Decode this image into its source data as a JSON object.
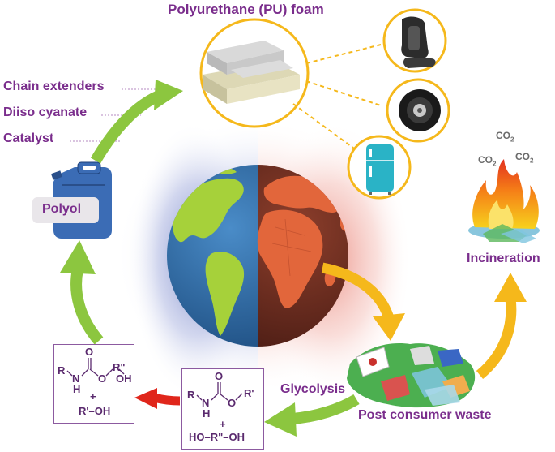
{
  "title": "Polyurethane (PU) foam",
  "inputs": {
    "chain_extenders": "Chain extenders",
    "diisocyanate": "Diiso cyanate",
    "catalyst": "Catalyst"
  },
  "polyol": "Polyol",
  "incineration": "Incineration",
  "co2": {
    "base": "CO",
    "sub": "2"
  },
  "glycolysis": "Glycolysis",
  "post_consumer_waste": "Post consumer waste",
  "chem_right": {
    "r": "R",
    "n": "N",
    "h": "H",
    "o_top": "O",
    "o_mid": "O",
    "r_prime": "R'",
    "plus": "+",
    "bottom": "HO–R\"–OH"
  },
  "chem_left": {
    "r": "R",
    "n": "N",
    "h": "H",
    "o_top": "O",
    "o_mid": "O",
    "r_dprime": "R\"",
    "oh": "OH",
    "plus": "+",
    "bottom": "R'–OH"
  },
  "colors": {
    "label_purple": "#7a2d8c",
    "arrow_green": "#8cc63f",
    "arrow_yellow": "#f5b81b",
    "arrow_red": "#e0261b",
    "ocean_blue": "#2d6aa6",
    "land_green": "#a6d13a",
    "ocean_dark": "#7a3323",
    "land_orange": "#e2663b"
  }
}
